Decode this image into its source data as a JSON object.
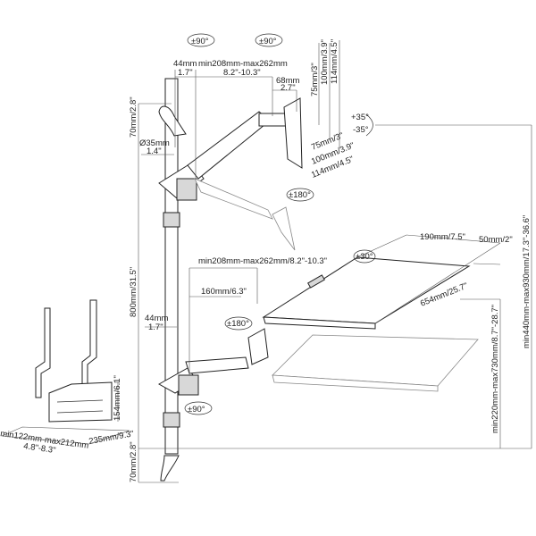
{
  "rotation_labels": {
    "top_left": "±90°",
    "top_right": "±90°",
    "monitor_swivel": "±180°",
    "tilt_up": "+35°",
    "tilt_down": "-35°",
    "keyboard_tilt": "±30°",
    "keyboard_swivel": "±180°",
    "lower_arm": "±90°"
  },
  "monitor_arm_dims": {
    "offset_mm": "44mm",
    "offset_in": "1.7\"",
    "reach_mm": "min208mm-max262mm",
    "reach_in": "8.2\"-10.3\"",
    "head_mm": "68mm",
    "head_in": "2.7\"",
    "vesa_v1": "75mm/3\"",
    "vesa_v2": "100mm/3.9\"",
    "vesa_v3": "114mm/4.5\"",
    "vesa_h1": "75mm/3\"",
    "vesa_h2": "100mm/3.9\"",
    "vesa_h3": "114mm/4.5\""
  },
  "pole_dims": {
    "top_clamp": "70mm/2.8\"",
    "diameter_mm": "Ø35mm",
    "diameter_in": "1.4\"",
    "height": "800mm/31.5\"",
    "bottom_clamp": "70mm/2.8\""
  },
  "keyboard_dims": {
    "width": "190mm/7.5\"",
    "mouse_pad": "50mm/2\"",
    "length": "654mm/25.7\"",
    "reach": "min208mm-max262mm/8.2\"-10.3\"",
    "arm": "160mm/6.3\"",
    "offset_mm": "44mm",
    "offset_in": "1.7\"",
    "height_range_top": "min440mm-max930mm/17.3\"-36.6\"",
    "height_range_bottom": "min220mm-max730mm/8.7\"-28.7\""
  },
  "cpu_holder_dims": {
    "height": "154mm/6.1\"",
    "depth": "235mm/9.3\"",
    "width_mm": "min122mm-max212mm",
    "width_in": "4.8\"-8.3\""
  }
}
